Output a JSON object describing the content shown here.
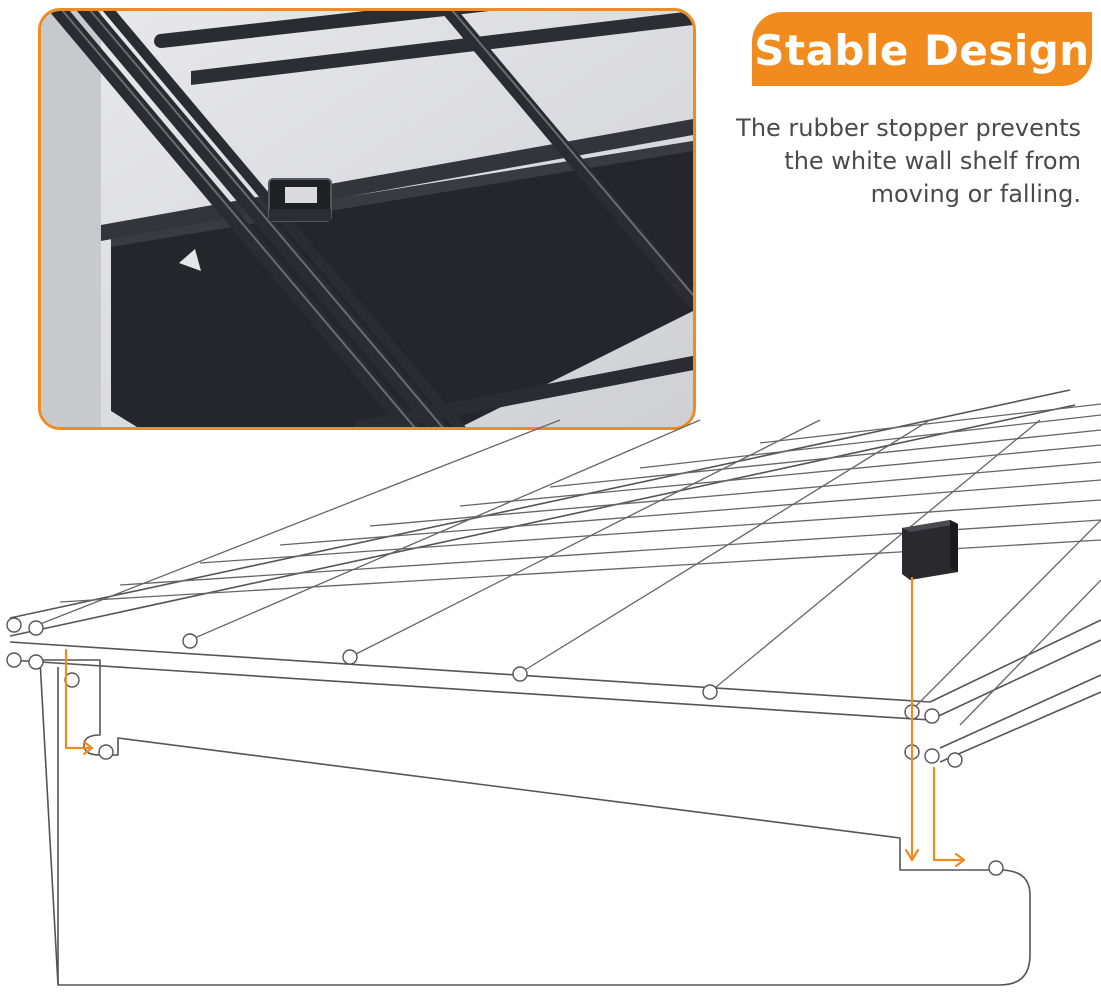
{
  "badge": {
    "title": "Stable Design"
  },
  "caption": {
    "line1": "The rubber stopper prevents",
    "line2": "the white wall shelf from",
    "line3": "moving or falling."
  },
  "colors": {
    "accent": "#f28b1e",
    "caption_text": "#4a4a4a",
    "metal_dark": "#2b2c31",
    "inset_background": "#dcdcdf",
    "line_art": "#555555"
  },
  "icons": [
    "rubber-stopper-icon",
    "down-arrow-icon",
    "right-arrow-icon"
  ]
}
